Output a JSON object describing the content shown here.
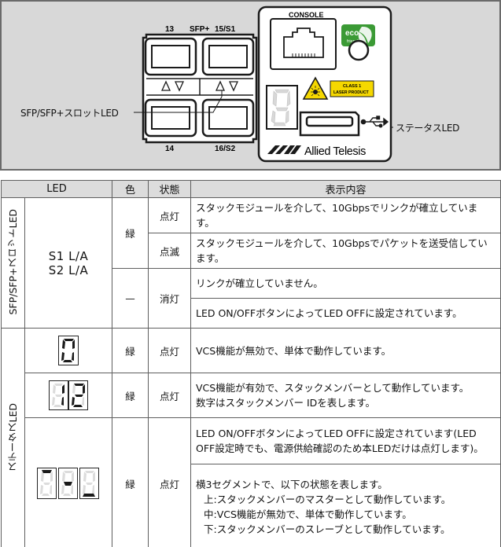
{
  "panel": {
    "port_labels": {
      "top_left": "13",
      "top_mid": "SFP+",
      "top_right": "15/S1",
      "bottom_left": "14",
      "bottom_right": "16/S2"
    },
    "console_label": "CONSOLE",
    "eco_badge": {
      "top": "eco",
      "bottom": "friendly"
    },
    "class1_label": {
      "line1": "CLASS 1",
      "line2": "LASER PRODUCT"
    },
    "brand": "Allied Telesis",
    "callout_sfp": "SFP/SFP+スロットLED",
    "callout_status": "ステータスLED",
    "colors": {
      "panel_bg": "#d8d8d8",
      "frame": "#6a6a6a",
      "eco_green": "#3b9a35",
      "laser_yellow": "#f5d800"
    }
  },
  "table": {
    "headers": {
      "led": "LED",
      "color": "色",
      "state": "状態",
      "meaning": "表示内容"
    },
    "sfp_group": {
      "label": "SFP/SFP+スロットLED",
      "names": [
        "S1 L/A",
        "S2 L/A"
      ],
      "rows": [
        {
          "color": "緑",
          "state": "点灯",
          "desc": "スタックモジュールを介して、10Gbpsでリンクが確立しています。"
        },
        {
          "state": "点滅",
          "desc": "スタックモジュールを介して、10Gbpsでパケットを送受信しています。"
        },
        {
          "color": "—",
          "state": "消灯",
          "desc": "リンクが確立していません。"
        },
        {
          "desc": "LED ON/OFFボタンによってLED OFFに設定されています。"
        }
      ]
    },
    "status_group": {
      "label": "ステータスLED",
      "rows": [
        {
          "display": "0",
          "color": "緑",
          "state": "点灯",
          "desc": "VCS機能が無効で、単体で動作しています。"
        },
        {
          "display": "12",
          "color": "緑",
          "state": "点灯",
          "desc_line1": "VCS機能が有効で、スタックメンバーとして動作しています。",
          "desc_line2": "数字はスタックメンバー IDを表します。"
        },
        {
          "display": "segments",
          "color": "緑",
          "state": "点灯",
          "desc_a": "LED ON/OFFボタンによってLED OFFに設定されています(LED OFF設定時でも、電源供給確認のため本LEDだけは点灯します)。",
          "desc_b_title": "横3セグメントで、以下の状態を表します。",
          "desc_b_items": [
            "上:スタックメンバーのマスターとして動作しています。",
            "中:VCS機能が無効で、単体で動作しています。",
            "下:スタックメンバーのスレーブとして動作しています。"
          ]
        }
      ]
    }
  }
}
